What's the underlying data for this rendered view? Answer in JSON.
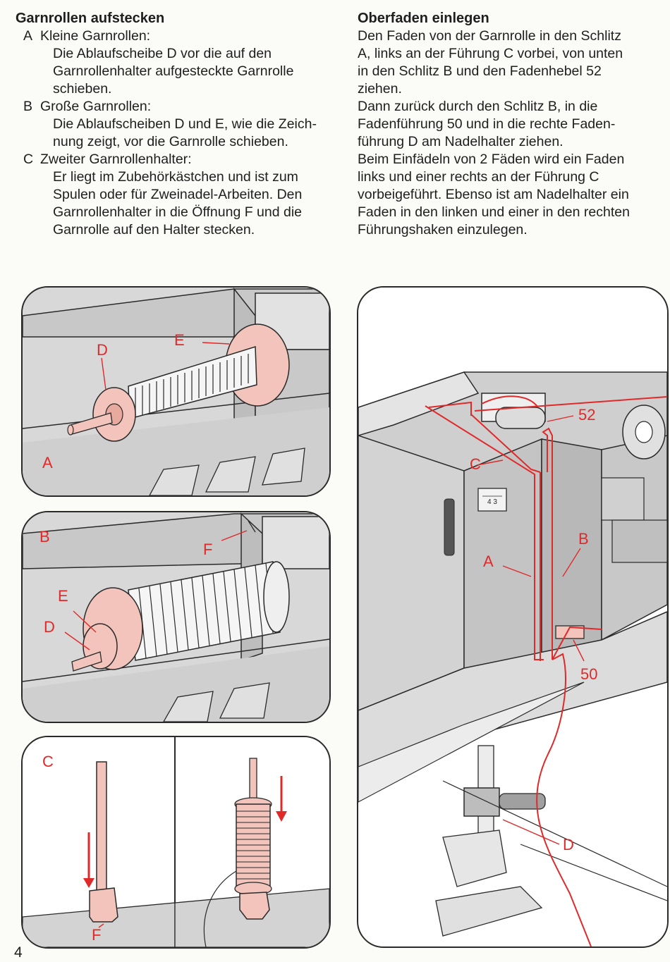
{
  "left_column": {
    "heading": "Garnrollen aufstecken",
    "items": [
      {
        "letter": "A",
        "title": "Kleine Garnrollen:",
        "lines": [
          "Die Ablaufscheibe D vor die auf den",
          "Garnrollenhalter aufgesteckte Garnrolle",
          "schieben."
        ]
      },
      {
        "letter": "B",
        "title": "Große Garnrollen:",
        "lines": [
          "Die Ablaufscheiben D und E, wie die Zeich-",
          "nung zeigt, vor die Garnrolle schieben."
        ]
      },
      {
        "letter": "C",
        "title": "Zweiter Garnrollenhalter:",
        "lines": [
          "Er liegt im Zubehörkästchen und ist zum",
          "Spulen oder für Zweinadel-Arbeiten. Den",
          "Garnrollenhalter in die Öffnung F und die",
          "Garnrolle auf den Halter stecken."
        ]
      }
    ]
  },
  "right_column": {
    "heading": "Oberfaden einlegen",
    "paragraphs": [
      [
        "Den Faden von der Garnrolle in den Schlitz",
        "A, links an der Führung C vorbei, von unten",
        "in den Schlitz B und den Fadenhebel 52",
        "ziehen."
      ],
      [
        "Dann zurück durch den Schlitz B, in die",
        "Fadenführung 50 und in die rechte Faden-",
        "führung D am Nadelhalter ziehen."
      ],
      [
        "Beim Einfädeln von 2 Fäden wird ein Faden",
        "links und einer rechts an der Führung C",
        "vorbeigeführt. Ebenso ist am Nadelhalter ein",
        "Faden in den linken und einer in den rechten",
        "Führungshaken einzulegen."
      ]
    ]
  },
  "figures": {
    "panel_a": {
      "label": "A",
      "callouts": [
        "D",
        "E"
      ]
    },
    "panel_b": {
      "label": "B",
      "callouts": [
        "E",
        "D",
        "F"
      ]
    },
    "panel_c": {
      "label": "C",
      "callouts": [
        "F"
      ]
    },
    "panel_d": {
      "callouts": [
        "52",
        "C",
        "A",
        "B",
        "50",
        "D"
      ],
      "dial_digits": "4 3"
    }
  },
  "page_number": "4",
  "colors": {
    "accent_red": "#e02a2a",
    "spool_pink": "#f2c4bc",
    "machine_gray": "#d6d6d6",
    "outline": "#2a2a2a"
  }
}
